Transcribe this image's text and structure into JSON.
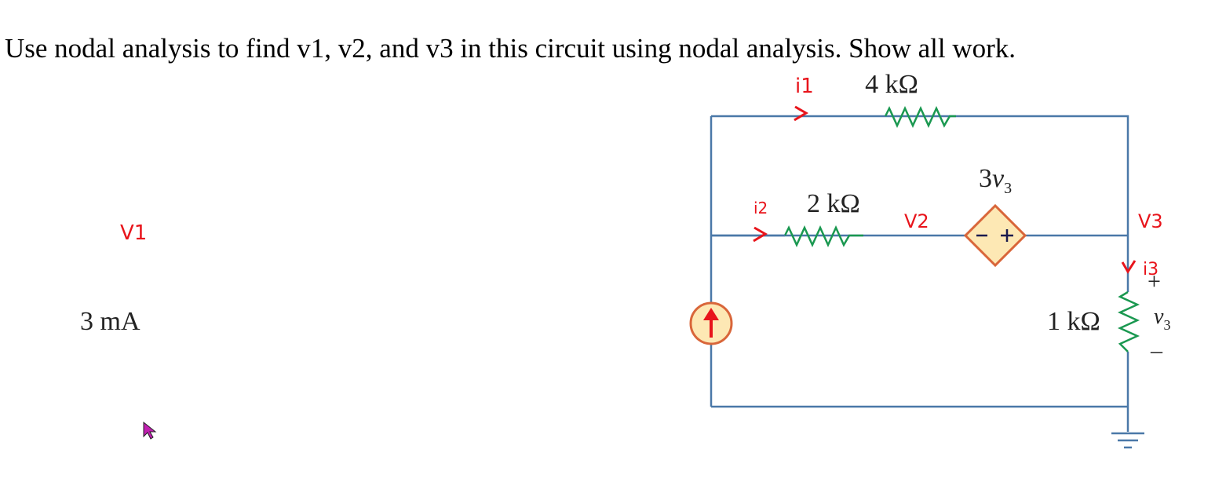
{
  "question": "Use nodal analysis to find v1, v2, and v3 in this circuit using nodal analysis. Show all work.",
  "circuit": {
    "r_top": "4 kΩ",
    "r_mid": "2 kΩ",
    "r_right": "1 kΩ",
    "current_source": "3 mA",
    "dep_source_coef": "3",
    "dep_source_var": "v",
    "dep_source_sub": "3",
    "v3_plus": "+",
    "v3_var": "v",
    "v3_sub": "3",
    "v3_minus": "–"
  },
  "annotations": {
    "i1": "i1",
    "i2": "i2",
    "i3": "i3",
    "node_v1": "V1",
    "node_v2": "V2",
    "node_v3": "V3"
  },
  "colors": {
    "wire": "#4a78a8",
    "resistor": "#1a9850",
    "source_fill": "#fde8b4",
    "source_stroke": "#d9663a",
    "annotation": "#e8141b"
  }
}
